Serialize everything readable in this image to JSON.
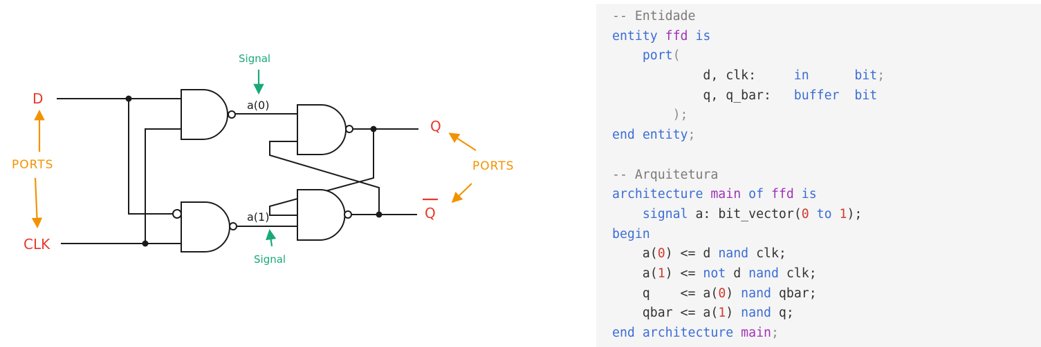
{
  "diagram": {
    "ports": {
      "d": "D",
      "clk": "CLK",
      "q": "Q",
      "qbar": "Q"
    },
    "ports_label_left": "PORTS",
    "ports_label_right": "PORTS",
    "signal_label_top": "Signal",
    "signal_label_bottom": "Signal",
    "signal_a0": "a(0)",
    "signal_a1": "a(1)",
    "colors": {
      "ports": "#e8372c",
      "arrows": "#f39200",
      "signal": "#19a979",
      "wire": "#1a1a1a"
    }
  },
  "code": {
    "lines": [
      [
        [
          "comment",
          "-- Entidade"
        ]
      ],
      [
        [
          "keyword",
          "entity"
        ],
        [
          "plain",
          " "
        ],
        [
          "ident",
          "ffd"
        ],
        [
          "plain",
          " "
        ],
        [
          "keyword",
          "is"
        ]
      ],
      [
        [
          "plain",
          "    "
        ],
        [
          "keyword",
          "port"
        ],
        [
          "punct",
          "("
        ]
      ],
      [
        [
          "plain",
          "            d, clk:     "
        ],
        [
          "keyword",
          "in"
        ],
        [
          "plain",
          "      "
        ],
        [
          "keyword",
          "bit"
        ],
        [
          "punct",
          ";"
        ]
      ],
      [
        [
          "plain",
          "            q, q_bar:   "
        ],
        [
          "keyword",
          "buffer"
        ],
        [
          "plain",
          "  "
        ],
        [
          "keyword",
          "bit"
        ]
      ],
      [
        [
          "plain",
          "        "
        ],
        [
          "punct",
          ");"
        ]
      ],
      [
        [
          "keyword",
          "end"
        ],
        [
          "plain",
          " "
        ],
        [
          "keyword",
          "entity"
        ],
        [
          "punct",
          ";"
        ]
      ],
      [],
      [
        [
          "comment",
          "-- Arquitetura"
        ]
      ],
      [
        [
          "keyword",
          "architecture"
        ],
        [
          "plain",
          " "
        ],
        [
          "ident",
          "main"
        ],
        [
          "plain",
          " "
        ],
        [
          "keyword",
          "of"
        ],
        [
          "plain",
          " "
        ],
        [
          "ident",
          "ffd"
        ],
        [
          "plain",
          " "
        ],
        [
          "keyword",
          "is"
        ]
      ],
      [
        [
          "plain",
          "    "
        ],
        [
          "keyword",
          "signal"
        ],
        [
          "plain",
          " a: bit_vector("
        ],
        [
          "number",
          "0"
        ],
        [
          "plain",
          " "
        ],
        [
          "keyword",
          "to"
        ],
        [
          "plain",
          " "
        ],
        [
          "number",
          "1"
        ],
        [
          "plain",
          ");"
        ]
      ],
      [
        [
          "keyword",
          "begin"
        ]
      ],
      [
        [
          "plain",
          "    a("
        ],
        [
          "number",
          "0"
        ],
        [
          "plain",
          ") <= d "
        ],
        [
          "keyword",
          "nand"
        ],
        [
          "plain",
          " clk;"
        ]
      ],
      [
        [
          "plain",
          "    a("
        ],
        [
          "number",
          "1"
        ],
        [
          "plain",
          ") <= "
        ],
        [
          "keyword",
          "not"
        ],
        [
          "plain",
          " d "
        ],
        [
          "keyword",
          "nand"
        ],
        [
          "plain",
          " clk;"
        ]
      ],
      [
        [
          "plain",
          "    q    <= a("
        ],
        [
          "number",
          "0"
        ],
        [
          "plain",
          ") "
        ],
        [
          "keyword",
          "nand"
        ],
        [
          "plain",
          " qbar;"
        ]
      ],
      [
        [
          "plain",
          "    qbar <= a("
        ],
        [
          "number",
          "1"
        ],
        [
          "plain",
          ") "
        ],
        [
          "keyword",
          "nand"
        ],
        [
          "plain",
          " q;"
        ]
      ],
      [
        [
          "keyword",
          "end"
        ],
        [
          "plain",
          " "
        ],
        [
          "keyword",
          "architecture"
        ],
        [
          "plain",
          " "
        ],
        [
          "ident",
          "main"
        ],
        [
          "punct",
          ";"
        ]
      ]
    ]
  }
}
